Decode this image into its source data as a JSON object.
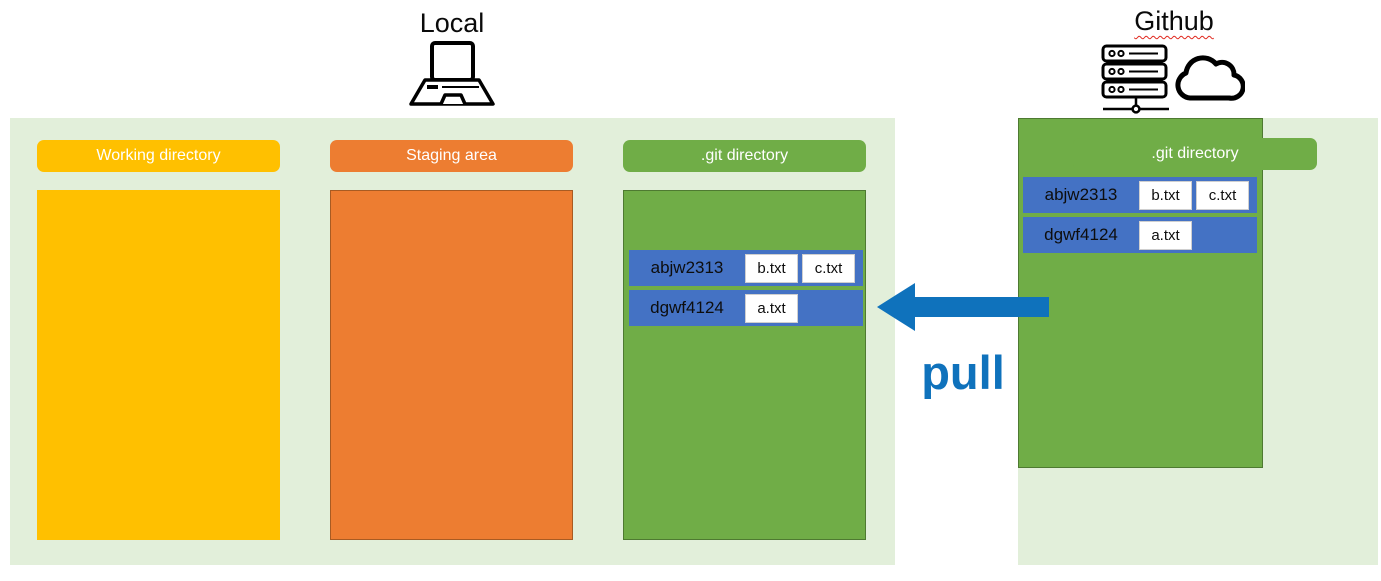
{
  "local": {
    "label": "Local",
    "icon": "laptop-icon",
    "columns": [
      {
        "title": "Working directory"
      },
      {
        "title": "Staging area"
      },
      {
        "title": ".git directory"
      }
    ],
    "commits": [
      {
        "hash": "abjw2313",
        "files": [
          "b.txt",
          "c.txt"
        ]
      },
      {
        "hash": "dgwf4124",
        "files": [
          "a.txt"
        ]
      }
    ]
  },
  "github": {
    "label": "Github",
    "icon": "server-cloud-icon",
    "column_title": ".git directory",
    "commits": [
      {
        "hash": "abjw2313",
        "files": [
          "b.txt",
          "c.txt"
        ]
      },
      {
        "hash": "dgwf4124",
        "files": [
          "a.txt"
        ]
      }
    ]
  },
  "action": {
    "label": "pull",
    "direction": "left"
  },
  "colors": {
    "panel_bg": "#E2EFDA",
    "working_directory": "#FFC000",
    "staging_area": "#ED7D31",
    "git_directory": "#70AD47",
    "commit_row": "#4472C4",
    "arrow_blue": "#0F72BC",
    "header_text": "#FFFFFF",
    "commit_text": "#0D0D0D"
  }
}
